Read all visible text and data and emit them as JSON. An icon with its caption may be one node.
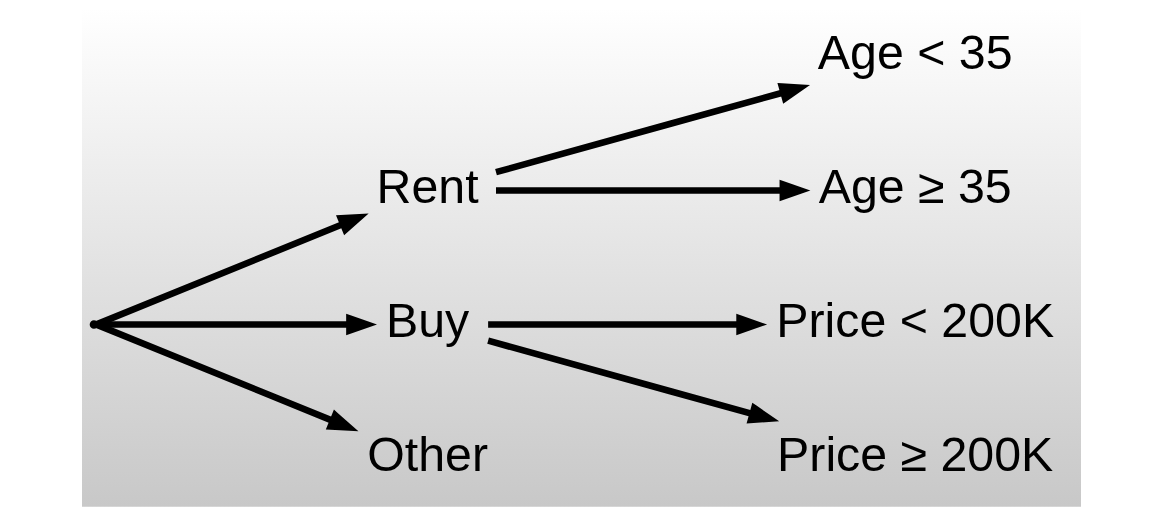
{
  "diagram": {
    "nodes": [
      {
        "text": [],
        "shape": "point"
      },
      {
        "text": [
          "Rent"
        ]
      },
      {
        "text": [
          "Buy"
        ]
      },
      {
        "text": [
          "Other"
        ]
      },
      {
        "text": [
          "Age < 35"
        ]
      },
      {
        "text": [
          "Age ≥ 35"
        ]
      },
      {
        "text": [
          "Price < 200K"
        ]
      },
      {
        "text": [
          "Price ≥ 200K"
        ]
      }
    ],
    "edges": [
      {
        "from": 0,
        "to": 1,
        "arrow": "to"
      },
      {
        "from": 0,
        "to": 2,
        "arrow": "to"
      },
      {
        "from": 0,
        "to": 3,
        "arrow": "to"
      },
      {
        "from": 1,
        "to": 4,
        "arrow": "to"
      },
      {
        "from": 1,
        "to": 5,
        "arrow": "to"
      },
      {
        "from": 2,
        "to": 6,
        "arrow": "to"
      },
      {
        "from": 2,
        "to": 7,
        "arrow": "to"
      }
    ]
  }
}
